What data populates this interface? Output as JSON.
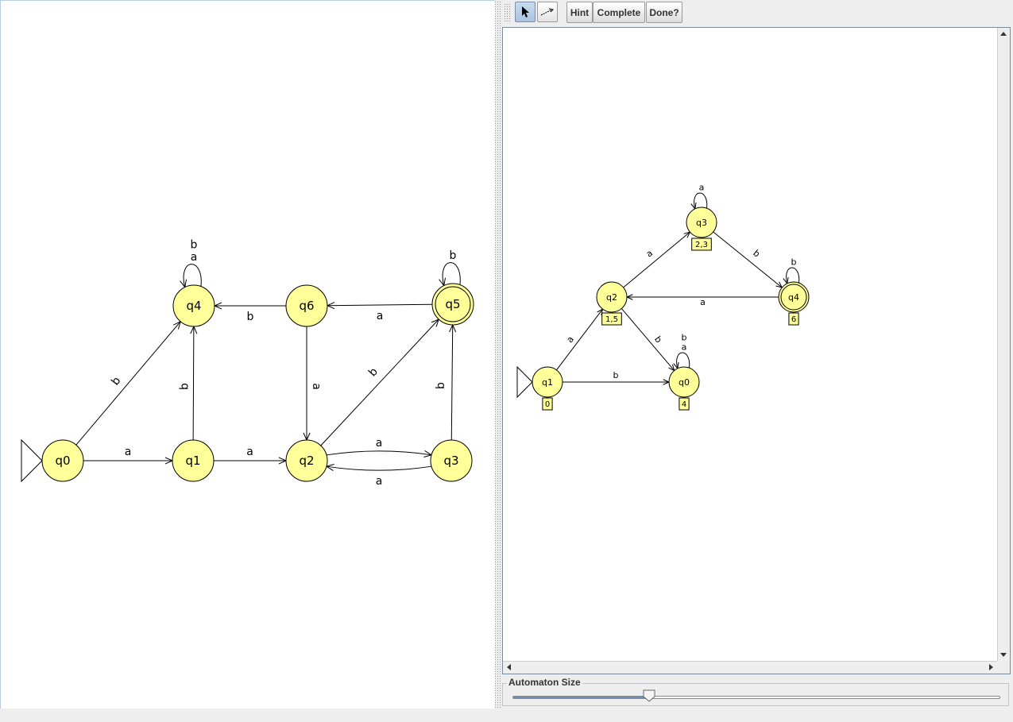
{
  "toolbar": {
    "pointer_tool_icon": "arrow-pointer-icon",
    "transition_tool_icon": "transition-arrow-icon",
    "hint_label": "Hint",
    "complete_label": "Complete",
    "done_label": "Done?"
  },
  "size_panel": {
    "label": "Automaton Size",
    "slider_level": 0.28
  },
  "colors": {
    "state_fill": "#ffff99",
    "state_stroke": "#000000",
    "selected_tool": "#b7cde6"
  },
  "left_automaton": {
    "states": [
      {
        "id": "q0",
        "label": "q0",
        "initial": true,
        "final": false
      },
      {
        "id": "q1",
        "label": "q1",
        "initial": false,
        "final": false
      },
      {
        "id": "q2",
        "label": "q2",
        "initial": false,
        "final": false
      },
      {
        "id": "q3",
        "label": "q3",
        "initial": false,
        "final": false
      },
      {
        "id": "q4",
        "label": "q4",
        "initial": false,
        "final": false
      },
      {
        "id": "q5",
        "label": "q5",
        "initial": false,
        "final": true
      },
      {
        "id": "q6",
        "label": "q6",
        "initial": false,
        "final": false
      }
    ],
    "transitions": [
      {
        "from": "q0",
        "to": "q1",
        "label": "a"
      },
      {
        "from": "q0",
        "to": "q4",
        "label": "b"
      },
      {
        "from": "q1",
        "to": "q2",
        "label": "a"
      },
      {
        "from": "q1",
        "to": "q4",
        "label": "b"
      },
      {
        "from": "q2",
        "to": "q3",
        "label": "a"
      },
      {
        "from": "q3",
        "to": "q2",
        "label": "a"
      },
      {
        "from": "q2",
        "to": "q5",
        "label": "b"
      },
      {
        "from": "q3",
        "to": "q5",
        "label": "b"
      },
      {
        "from": "q5",
        "to": "q6",
        "label": "a"
      },
      {
        "from": "q6",
        "to": "q4",
        "label": "b"
      },
      {
        "from": "q6",
        "to": "q2",
        "label": "a"
      },
      {
        "from": "q4",
        "to": "q4",
        "label": "a b"
      },
      {
        "from": "q5",
        "to": "q5",
        "label": "b"
      }
    ]
  },
  "right_automaton": {
    "states": [
      {
        "id": "q1",
        "label": "q1",
        "initial": true,
        "final": false,
        "group": "0"
      },
      {
        "id": "q2",
        "label": "q2",
        "initial": false,
        "final": false,
        "group": "1,5"
      },
      {
        "id": "q3",
        "label": "q3",
        "initial": false,
        "final": false,
        "group": "2,3"
      },
      {
        "id": "q4",
        "label": "q4",
        "initial": false,
        "final": true,
        "group": "6"
      },
      {
        "id": "q0",
        "label": "q0",
        "initial": false,
        "final": false,
        "group": "4"
      }
    ],
    "transitions": [
      {
        "from": "q1",
        "to": "q2",
        "label": "a"
      },
      {
        "from": "q1",
        "to": "q0",
        "label": "b"
      },
      {
        "from": "q2",
        "to": "q3",
        "label": "a"
      },
      {
        "from": "q2",
        "to": "q0",
        "label": "b"
      },
      {
        "from": "q3",
        "to": "q3",
        "label": "a"
      },
      {
        "from": "q3",
        "to": "q4",
        "label": "b"
      },
      {
        "from": "q4",
        "to": "q2",
        "label": "a"
      },
      {
        "from": "q4",
        "to": "q4",
        "label": "b"
      },
      {
        "from": "q0",
        "to": "q0",
        "label": "a b"
      }
    ]
  }
}
